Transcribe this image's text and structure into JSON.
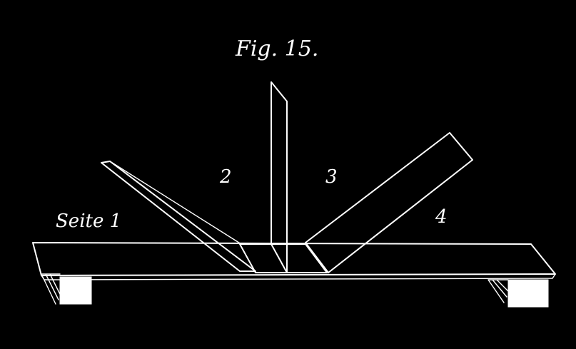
{
  "figure": {
    "caption": "Fig. 15.",
    "labels": {
      "side_1": "Seite 1",
      "side_2": "2",
      "side_3": "3",
      "side_4": "4"
    },
    "colors": {
      "background": "#000000",
      "ink": "#ffffff"
    }
  }
}
